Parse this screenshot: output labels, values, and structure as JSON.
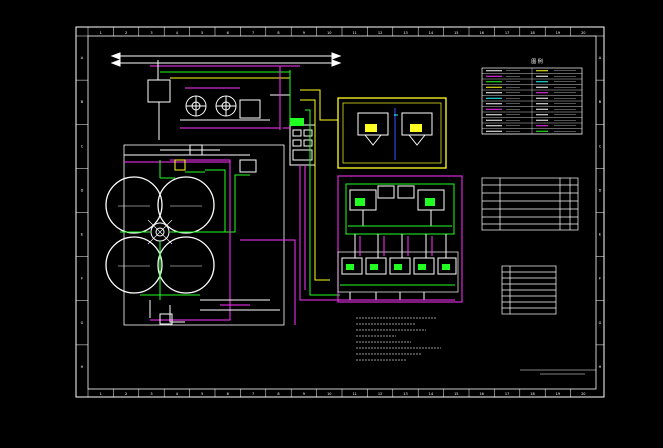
{
  "colors": {
    "background": "#000000",
    "frame": "#ffffff",
    "pipe_white": "#ffffff",
    "pipe_magenta": "#ff33ff",
    "pipe_green": "#22ff22",
    "pipe_yellow": "#ffff22",
    "pipe_cyan": "#22ffff",
    "pipe_blue": "#3355ff",
    "tank_outline": "#ffffff"
  },
  "texts": {
    "legend_title": "图 例",
    "table1_title": "",
    "table2_title": "",
    "title_block": "",
    "top_inlet_left": "",
    "top_inlet_right": ""
  },
  "grid": {
    "columns": [
      "1",
      "2",
      "3",
      "4",
      "5",
      "6",
      "7",
      "8",
      "9",
      "10",
      "11",
      "12",
      "13",
      "14",
      "15",
      "16",
      "17",
      "18",
      "19",
      "20"
    ],
    "rows": [
      "A",
      "B",
      "C",
      "D",
      "E",
      "F",
      "G",
      "H"
    ]
  },
  "legend_rows": 12,
  "notes_lines": 8
}
